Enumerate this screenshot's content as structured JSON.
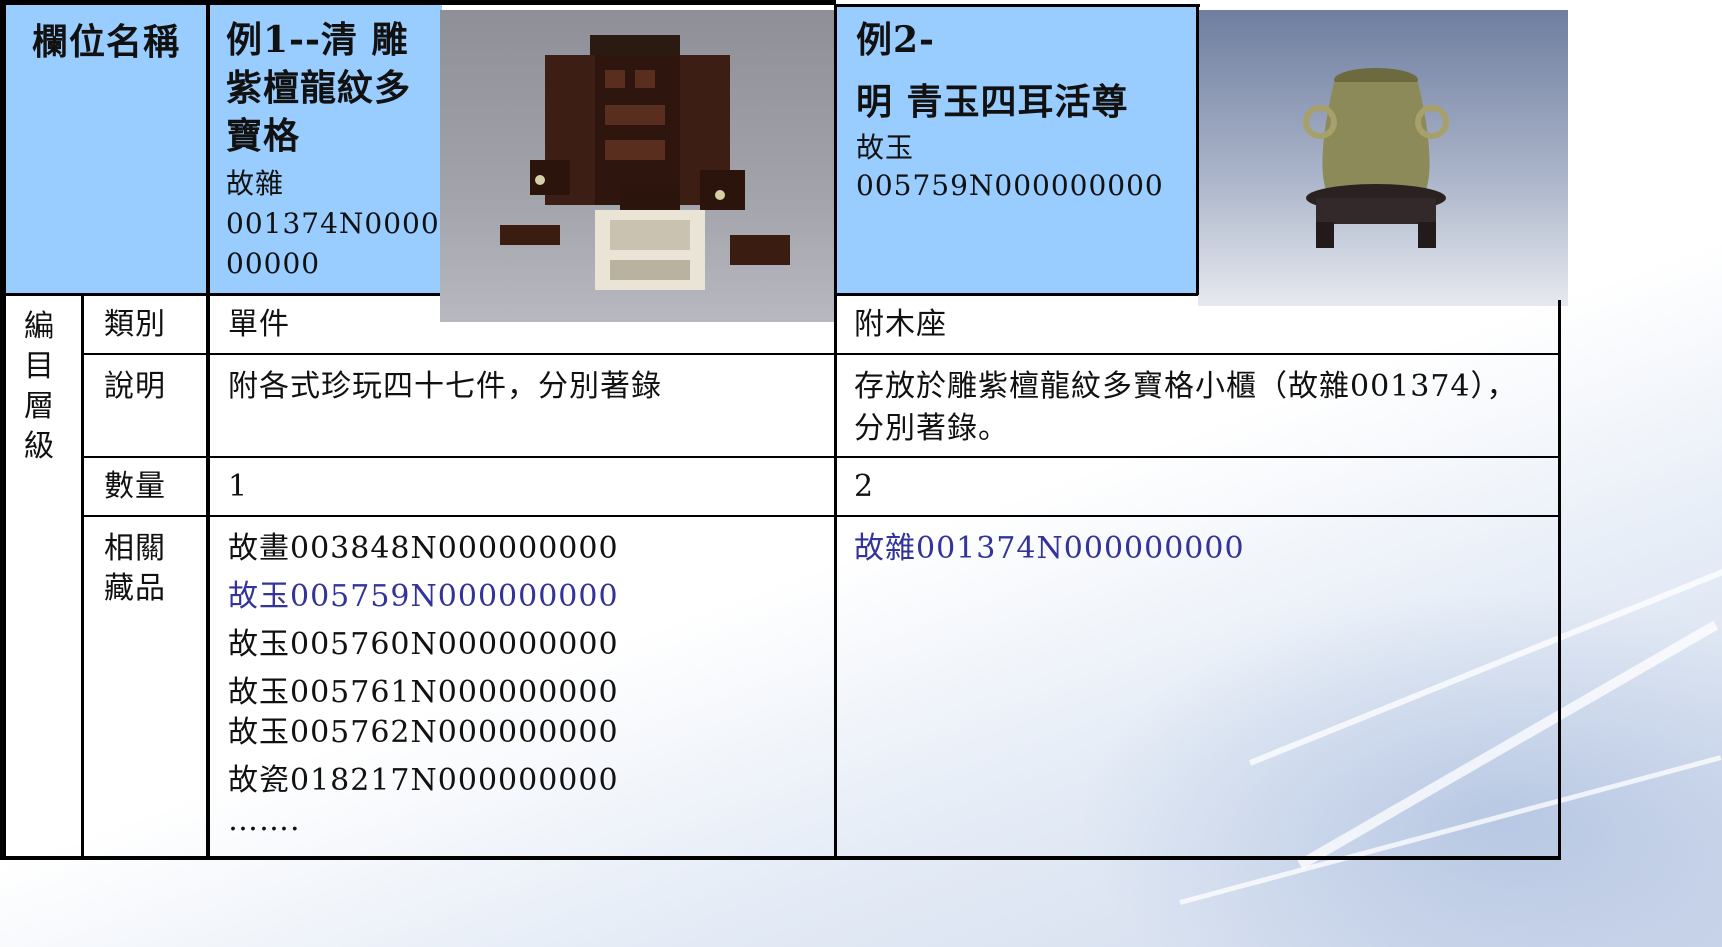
{
  "header": {
    "field_name": "欄位名稱",
    "ex1": {
      "title_lines": [
        "例1--清 雕",
        "紫檀龍紋多",
        "寶格"
      ],
      "id_lines": [
        "故雜",
        "001374N0000",
        "00000"
      ]
    },
    "ex2": {
      "title_lines": [
        "例2-",
        "明 青玉四耳活尊"
      ],
      "id_lines": [
        "故玉",
        "005759N000000000"
      ]
    }
  },
  "level_label": [
    "編",
    "目",
    "層",
    "級"
  ],
  "rows": [
    {
      "label": "類別",
      "ex1": "單件",
      "ex2": "附木座"
    },
    {
      "label": "說明",
      "ex1": "附各式珍玩四十七件，分別著錄",
      "ex2_lines": [
        "存放於雕紫檀龍紋多寶格小櫃（故雜001374），",
        "分別著錄。"
      ]
    },
    {
      "label": "數量",
      "ex1": "1",
      "ex2": "2"
    },
    {
      "label_lines": [
        "相關",
        "藏品"
      ],
      "ex1_items": [
        "故畫003848N000000000",
        "故玉005759N000000000",
        "故玉005760N000000000",
        "故玉005761N000000000",
        "故玉005762N000000000",
        "故瓷018217N000000000",
        "……."
      ],
      "ex2_items": [
        "故雜001374N000000000"
      ]
    }
  ],
  "colors": {
    "header_blue": "#99ccff",
    "link": "#333399"
  }
}
